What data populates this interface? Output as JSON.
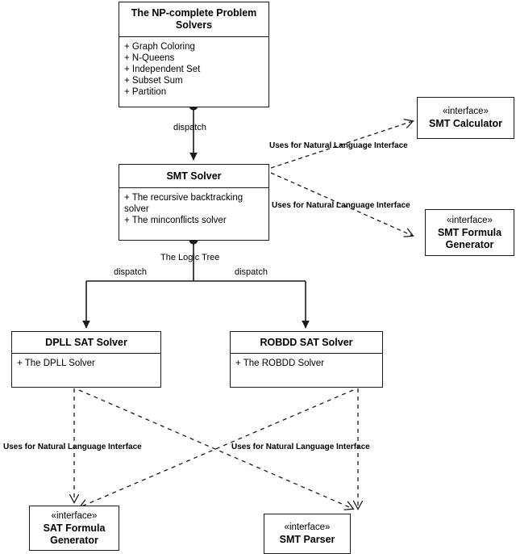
{
  "diagram": {
    "type": "uml-class-diagram",
    "title_visible": false,
    "colors": {
      "line": "#1a1a1a",
      "background": "#ffffff",
      "text": "#000000"
    },
    "classes": [
      {
        "id": "np-complete-problem-solvers",
        "name_line1": "The NP-complete Problem",
        "name_line2": "Solvers",
        "attributes": [
          "+ Graph Coloring",
          "+ N-Queens",
          "+ Independent Set",
          "+ Subset Sum",
          "+ Partition"
        ]
      },
      {
        "id": "smt-solver",
        "name_line1": "SMT Solver",
        "name_line2": "",
        "attributes": [
          "+ The recursive backtracking solver",
          "+ The minconflicts solver"
        ]
      },
      {
        "id": "dpll-sat-solver",
        "name_line1": "DPLL SAT Solver",
        "name_line2": "",
        "attributes": [
          "+ The DPLL Solver"
        ]
      },
      {
        "id": "robdd-sat-solver",
        "name_line1": "ROBDD SAT Solver",
        "name_line2": "",
        "attributes": [
          "+ The ROBDD Solver"
        ]
      }
    ],
    "interfaces": [
      {
        "id": "smt-calculator",
        "stereotype": "«interface»",
        "name_line1": "SMT Calculator",
        "name_line2": ""
      },
      {
        "id": "smt-formula-generator",
        "stereotype": "«interface»",
        "name_line1": "SMT Formula",
        "name_line2": "Generator"
      },
      {
        "id": "sat-formula-generator",
        "stereotype": "«interface»",
        "name_line1": "SAT Formula",
        "name_line2": "Generator"
      },
      {
        "id": "smt-parser",
        "stereotype": "«interface»",
        "name_line1": "SMT Parser",
        "name_line2": ""
      }
    ],
    "edge_labels": {
      "dispatch_top": "dispatch",
      "the_logic_tree": "The Logic Tree",
      "dispatch_left": "dispatch",
      "dispatch_right": "dispatch",
      "uses_calculator": "Uses for Natural Language Interface",
      "uses_smt_formula": "Uses for Natural Language Interface",
      "uses_sat_formula": "Uses for Natural Language Interface",
      "uses_smt_parser": "Uses for Natural Language Interface"
    }
  }
}
